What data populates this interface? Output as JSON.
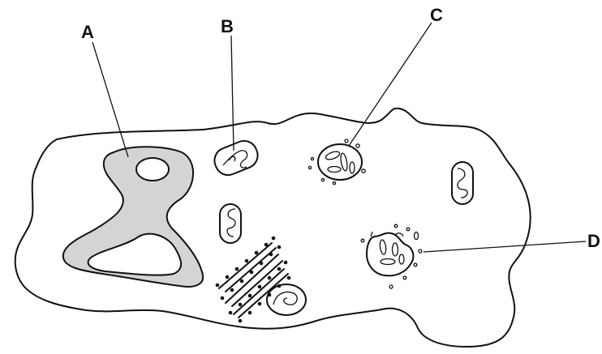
{
  "diagram": {
    "labels": {
      "a": "A",
      "b": "B",
      "c": "C",
      "d": "D"
    },
    "colors": {
      "stroke": "#111111",
      "shaded_region": "#d4d4d4",
      "background": "#ffffff"
    }
  }
}
